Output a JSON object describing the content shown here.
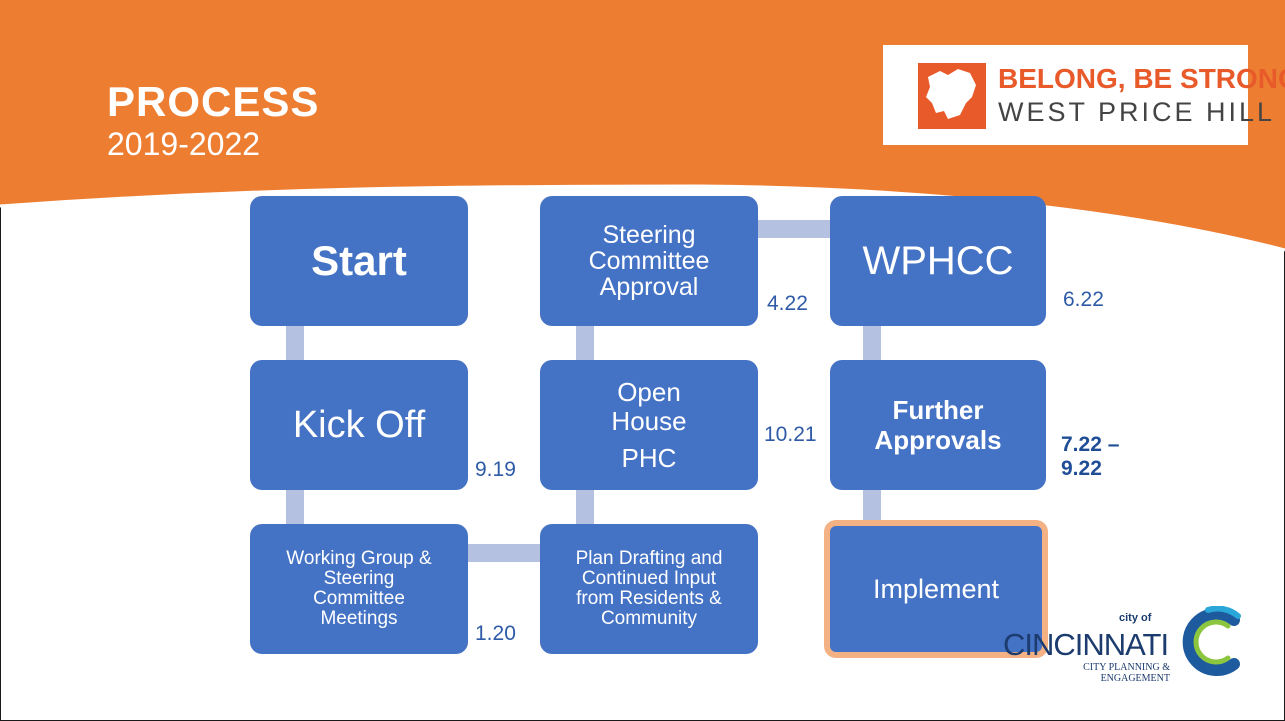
{
  "header": {
    "title": "PROCESS",
    "years": "2019-2022"
  },
  "logo": {
    "line1": "BELONG, BE STRONG",
    "line2": "WEST PRICE HILL"
  },
  "steps": {
    "start": "Start",
    "kickoff": "Kick Off",
    "working_group": [
      "Working Group &",
      "Steering",
      "Committee",
      "Meetings"
    ],
    "plan_drafting": [
      "Plan Drafting and",
      "Continued Input",
      "from Residents &",
      "Community"
    ],
    "open_house": [
      "Open",
      "House",
      "PHC"
    ],
    "steering_approval": [
      "Steering",
      "Committee",
      "Approval"
    ],
    "wphcc": "WPHCC",
    "further_approvals": [
      "Further",
      "Approvals"
    ],
    "implement": "Implement"
  },
  "dates": {
    "kickoff": "9.19",
    "working_group": "1.20",
    "open_house": "10.21",
    "steering_approval": "4.22",
    "wphcc": "6.22",
    "further_approvals_1": "7.22 –",
    "further_approvals_2": "9.22"
  },
  "footer": {
    "city_of": "city of",
    "city": "CINCINNATI",
    "dept_line1": "CITY PLANNING &",
    "dept_line2": "ENGAGEMENT"
  },
  "colors": {
    "banner": "#ed7d31",
    "box": "#4472c4",
    "connector": "#b4c1e0",
    "implement_border": "#f4b183",
    "logo_accent": "#e85a2a"
  }
}
